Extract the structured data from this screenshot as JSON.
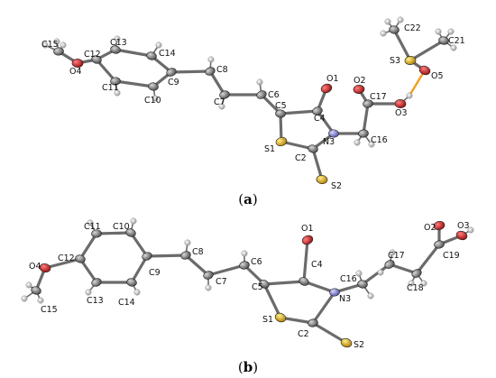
{
  "figure": {
    "panels": [
      {
        "caption_open": "(",
        "caption_letter": "a",
        "caption_close": ")",
        "labels": {
          "C15": "C15",
          "O4": "O4",
          "C12": "C12",
          "C13": "C13",
          "C11": "C11",
          "C10": "C10",
          "C14": "C14",
          "C9": "C9",
          "C8": "C8",
          "C7": "C7",
          "C6": "C6",
          "C5": "C5",
          "C4": "C4",
          "O1": "O1",
          "S1": "S1",
          "N3": "N3",
          "C2": "C2",
          "S2": "S2",
          "C16": "C16",
          "C17": "C17",
          "O2": "O2",
          "O3": "O3",
          "O5": "O5",
          "S3": "S3",
          "C22": "C22",
          "C21": "C21"
        }
      },
      {
        "caption_open": "(",
        "caption_letter": "b",
        "caption_close": ")",
        "labels": {
          "O4": "O4",
          "C12": "C12",
          "C11": "C11",
          "C10": "C10",
          "C13": "C13",
          "C14": "C14",
          "C15": "C15",
          "C9": "C9",
          "C8": "C8",
          "C7": "C7",
          "C6": "C6",
          "C5": "C5",
          "O1": "O1",
          "C4": "C4",
          "C16": "C16",
          "N3": "N3",
          "S1": "S1",
          "C2": "C2",
          "S2": "S2",
          "C17": "C17",
          "C18": "C18",
          "C19": "C19",
          "O2": "O2",
          "O3": "O3"
        }
      }
    ],
    "colors": {
      "carbon": "#7d7d7d",
      "oxygen": "#d41f1f",
      "nitrogen": "#8a8ad8",
      "sulfur": "#e0b428",
      "hydrogen": "#cfcfcf",
      "bond": "#6b6b6b",
      "hbond": "#f0a020"
    }
  }
}
